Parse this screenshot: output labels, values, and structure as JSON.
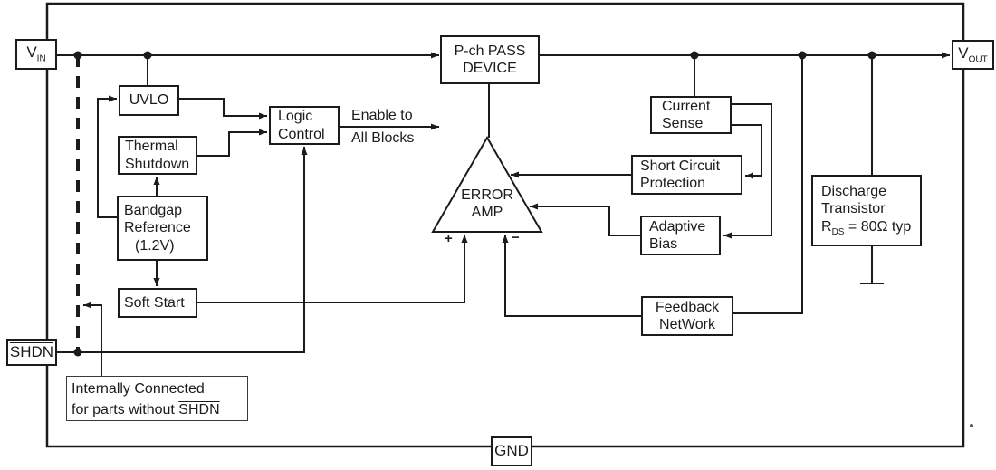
{
  "colors": {
    "line": "#1b1b1b",
    "background": "#ffffff"
  },
  "pins": {
    "vin": {
      "base": "V",
      "sub": "IN"
    },
    "vout": {
      "base": "V",
      "sub": "OUT"
    },
    "shdn": {
      "label": "SHDN"
    },
    "gnd": {
      "label": "GND"
    }
  },
  "blocks": {
    "uvlo": {
      "line1": "UVLO"
    },
    "thermal_shutdown": {
      "line1": "Thermal",
      "line2": "Shutdown"
    },
    "bandgap": {
      "line1": "Bandgap",
      "line2": "Reference",
      "line3": "(1.2V)"
    },
    "soft_start": {
      "line1": "Soft Start"
    },
    "logic_control": {
      "line1": "Logic",
      "line2": "Control"
    },
    "pass_device": {
      "line1": "P-ch PASS",
      "line2": "DEVICE"
    },
    "error_amp": {
      "line1": "ERROR",
      "line2": "AMP",
      "plus": "+",
      "minus": "−"
    },
    "current_sense": {
      "line1": "Current",
      "line2": "Sense"
    },
    "short_circuit": {
      "line1": "Short Circuit",
      "line2": "Protection"
    },
    "adaptive_bias": {
      "line1": "Adaptive",
      "line2": "Bias"
    },
    "feedback": {
      "line1": "Feedback",
      "line2": "NetWork"
    },
    "discharge": {
      "line1": "Discharge",
      "line2": "Transistor",
      "r_base": "R",
      "r_sub": "DS",
      "r_rest": " = 80Ω typ"
    }
  },
  "annotations": {
    "enable": {
      "line1": "Enable to",
      "line2": "All Blocks"
    },
    "note": {
      "line1": "Internally Connected",
      "line2_prefix": "for parts without ",
      "shdn": "SHDN"
    }
  }
}
